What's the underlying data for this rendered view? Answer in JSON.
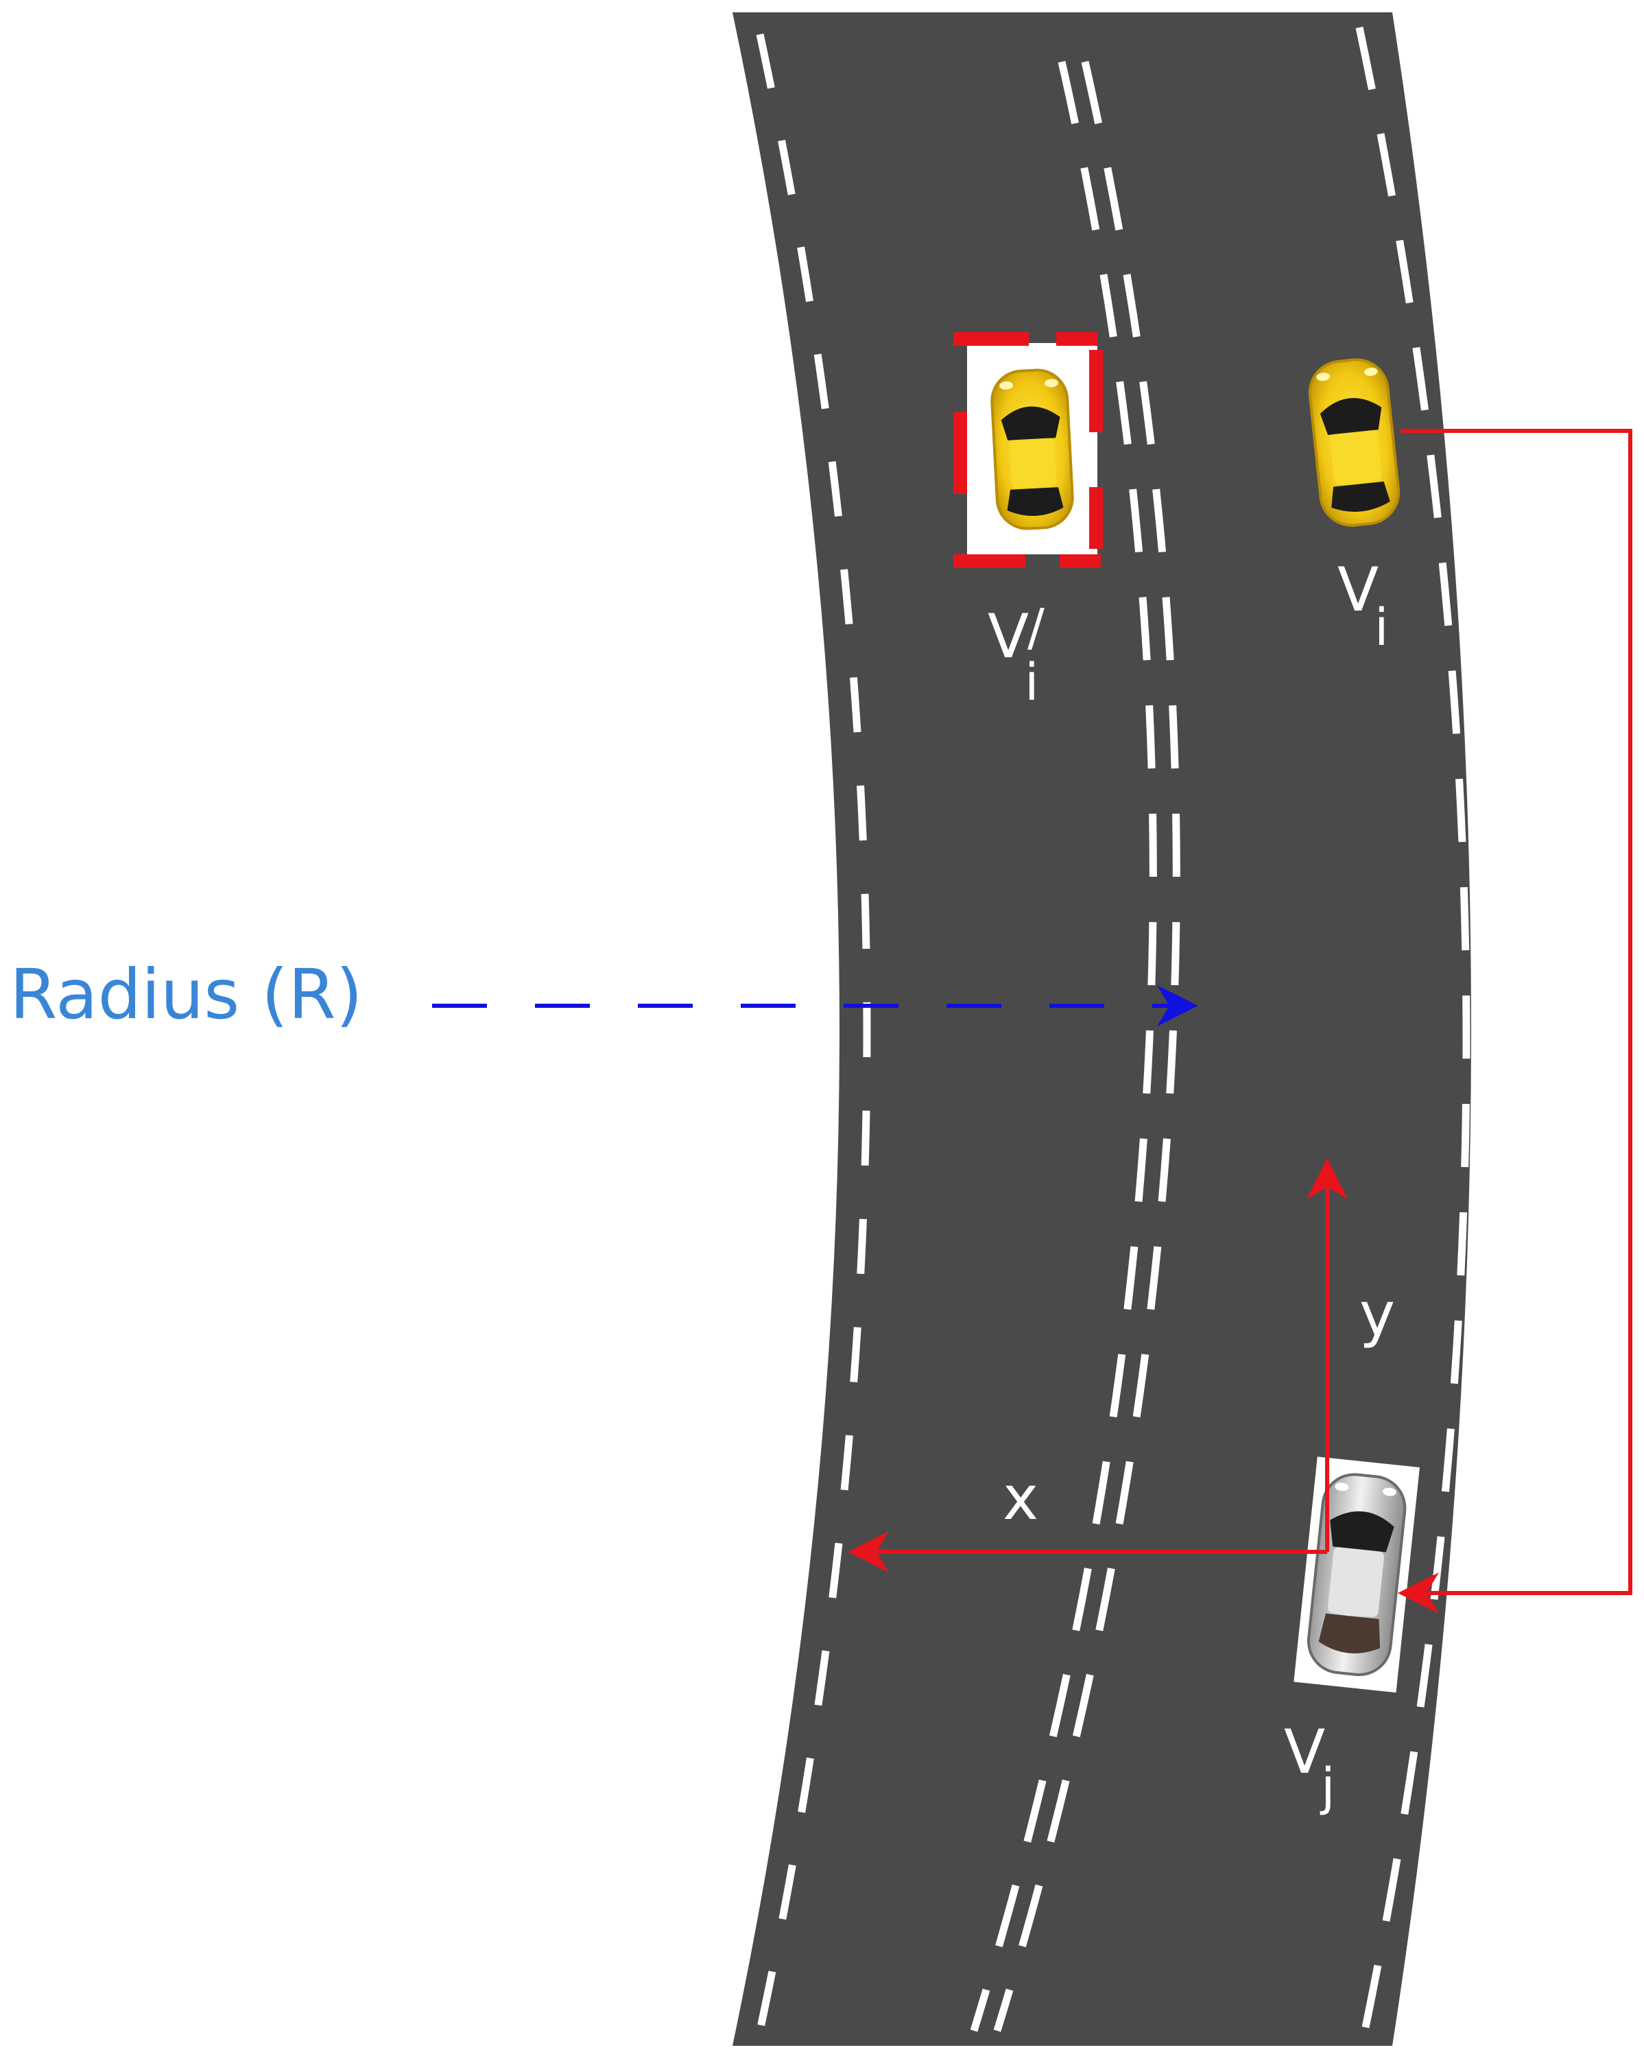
{
  "diagram": {
    "radius_label": "Radius (R)",
    "vehicles": {
      "vi": {
        "main": "V",
        "sub": "i"
      },
      "vi_prime": {
        "main": "V",
        "sub": "i",
        "sup": "/"
      },
      "vj": {
        "main": "V",
        "sub": "j"
      }
    },
    "axis_x_label": "x",
    "axis_y_label": "y",
    "colors": {
      "road": "#4a4a4a",
      "lane_marking": "#ffffff",
      "arrow_red": "#e8141c",
      "arrow_blue": "#1010e0",
      "radius_text": "#3a86d6",
      "car_yellow": "#f2c814",
      "car_silver": "#d9d9d9"
    }
  }
}
